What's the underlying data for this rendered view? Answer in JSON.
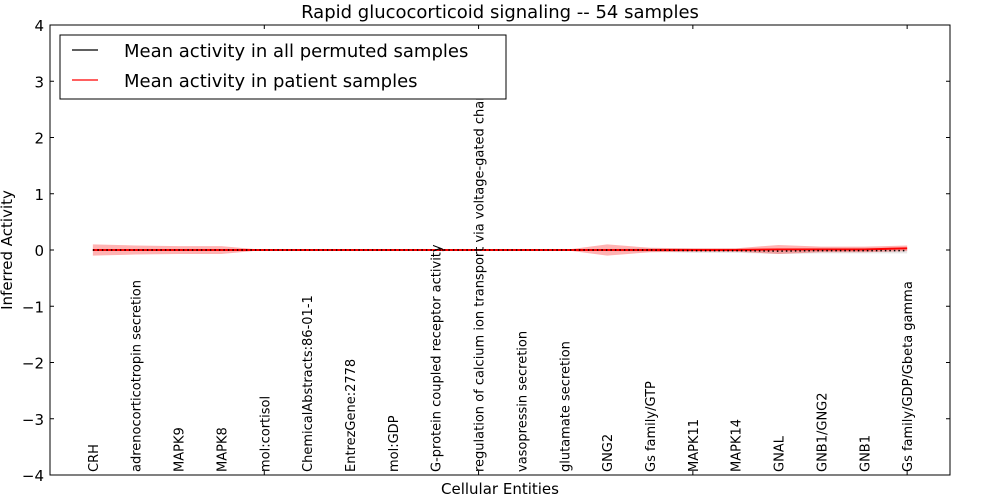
{
  "chart_data": {
    "type": "line",
    "title": "Rapid glucocorticoid signaling -- 54 samples",
    "xlabel": "Cellular Entities",
    "ylabel": "Inferred Activity",
    "ylim": [
      -4,
      4
    ],
    "xlim": [
      0,
      21
    ],
    "yticks": [
      -4,
      -3,
      -2,
      -1,
      0,
      1,
      2,
      3,
      4
    ],
    "xticks": [
      5,
      10,
      15,
      20
    ],
    "grid": false,
    "legend_position": "top-left",
    "categories": [
      "CRH",
      "adrenocorticotropin secretion",
      "MAPK9",
      "MAPK8",
      "mol:cortisol",
      "ChemicalAbstracts:86-01-1",
      "EntrezGene:2778",
      "mol:GDP",
      "G-protein coupled receptor activity",
      "regulation of calcium ion transport via voltage-gated channel",
      "vasopressin secretion",
      "glutamate secretion",
      "GNG2",
      "Gs family/GTP",
      "MAPK11",
      "MAPK14",
      "GNAL",
      "GNB1/GNG2",
      "GNB1",
      "Gs family/GDP/Gbeta gamma"
    ],
    "series": [
      {
        "name": "Mean activity in all permuted samples",
        "color": "#000000",
        "values": [
          0,
          0,
          0,
          0,
          0,
          0,
          0,
          0,
          0,
          0,
          0,
          0,
          0,
          0,
          -0.01,
          -0.01,
          -0.02,
          -0.01,
          -0.01,
          -0.01
        ],
        "band": [
          0,
          0,
          0,
          0,
          0,
          0,
          0,
          0,
          0,
          0,
          0,
          0,
          0.02,
          0.03,
          0.04,
          0.04,
          0.05,
          0.05,
          0.05,
          0.05
        ]
      },
      {
        "name": "Mean activity in patient samples",
        "color": "#ff0000",
        "values": [
          0,
          0,
          0,
          0,
          0,
          0,
          0,
          0,
          0,
          0,
          0,
          0,
          0,
          0,
          0,
          0,
          0.01,
          0.01,
          0.01,
          0.03
        ],
        "band": [
          0.1,
          0.08,
          0.07,
          0.07,
          0,
          0,
          0,
          0,
          0,
          0,
          0,
          0,
          0.1,
          0.04,
          0.03,
          0.03,
          0.08,
          0.05,
          0.05,
          0.05
        ]
      }
    ]
  }
}
